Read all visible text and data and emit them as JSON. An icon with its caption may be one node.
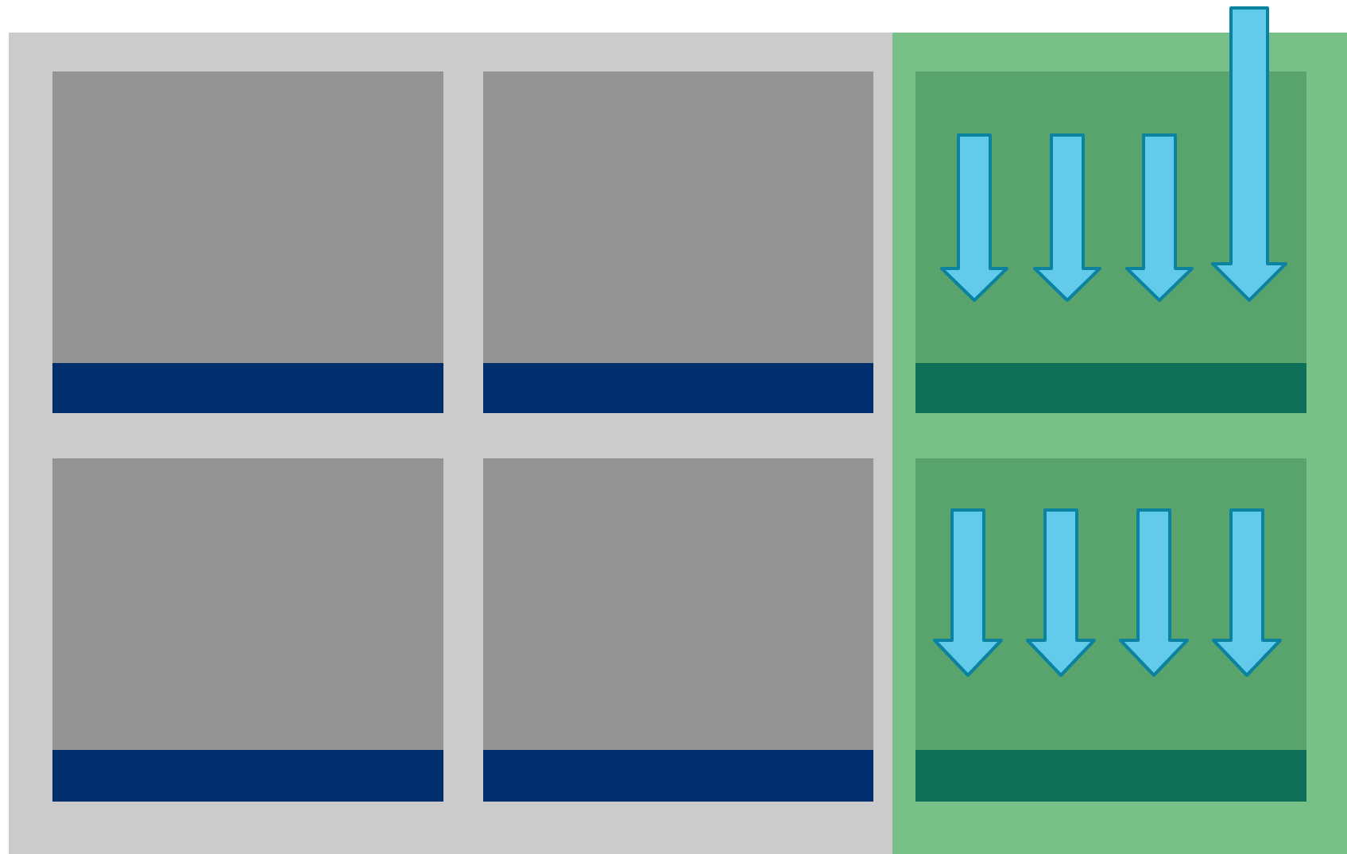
{
  "diagram": {
    "nodes": [
      {
        "text": [],
        "shape": "box"
      },
      {
        "text": [],
        "shape": "box"
      },
      {
        "text": [],
        "shape": "box",
        "in": 0
      },
      {
        "text": [],
        "shape": "box",
        "in": 0
      },
      {
        "text": [],
        "shape": "box",
        "in": 0
      },
      {
        "text": [],
        "shape": "box",
        "in": 0
      },
      {
        "text": [],
        "shape": "box",
        "in": 1
      },
      {
        "text": [],
        "shape": "box",
        "in": 1
      }
    ]
  }
}
